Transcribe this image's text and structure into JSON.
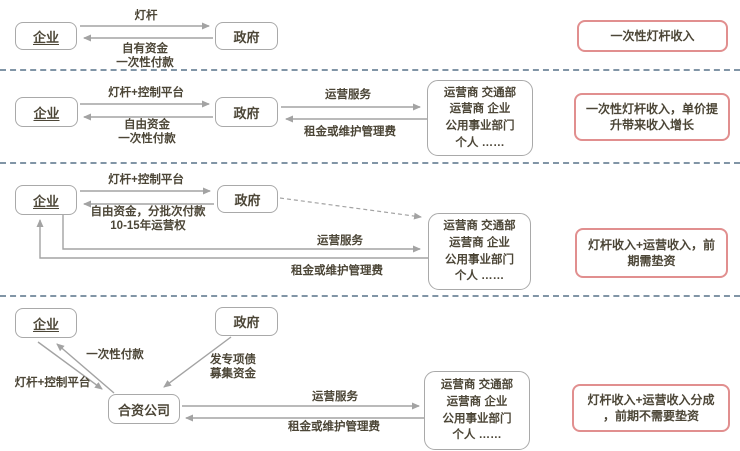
{
  "palette": {
    "box_border": "#a9a9a9",
    "arrow": "#a3a3a3",
    "text": "#4c4637",
    "outcome_border": "#e18f8f",
    "separator_dash": "#8195a6",
    "background": "#ffffff"
  },
  "rows": {
    "row1": {
      "enterprise": "企业",
      "government": "政府",
      "forward_label": "灯杆",
      "return_label_lines": [
        "自有资金",
        "一次性付款"
      ],
      "outcome_lines": [
        "一次性灯杆收入",
        ""
      ]
    },
    "row2": {
      "enterprise": "企业",
      "government": "政府",
      "forward_label": "灯杆+控制平台",
      "return_label_lines": [
        "自由资金",
        "一次性付款"
      ],
      "service_label": "运营服务",
      "fee_label": "租金或维护管理费",
      "operators_lines": [
        "运营商 交通部",
        "运营商 企业",
        "公用事业部门",
        "个人 ……"
      ],
      "outcome_lines": [
        "一次性灯杆收入，单价提",
        "升带来收入增长"
      ]
    },
    "row3": {
      "enterprise": "企业",
      "government": "政府",
      "forward_label": "灯杆+控制平台",
      "return_label_lines": [
        "自由资金，分批次付款",
        "10-15年运营权"
      ],
      "service_label": "运营服务",
      "fee_label": "租金或维护管理费",
      "operators_lines": [
        "运营商 交通部",
        "运营商 企业",
        "公用事业部门",
        "个人 ……"
      ],
      "outcome_lines": [
        "灯杆收入+运营收入，前",
        "期需垫资"
      ]
    },
    "row4": {
      "enterprise": "企业",
      "government": "政府",
      "joint_venture": "合资公司",
      "payment_label": "一次性付款",
      "asset_label": "灯杆+控制平台",
      "bond_label_lines": [
        "发专项债",
        "募集资金"
      ],
      "service_label": "运营服务",
      "fee_label": "租金或维护管理费",
      "operators_lines": [
        "运营商 交通部",
        "运营商 企业",
        "公用事业部门",
        "个人 ……"
      ],
      "outcome_lines": [
        "灯杆收入+运营收入分成",
        "，前期不需要垫资"
      ]
    }
  }
}
